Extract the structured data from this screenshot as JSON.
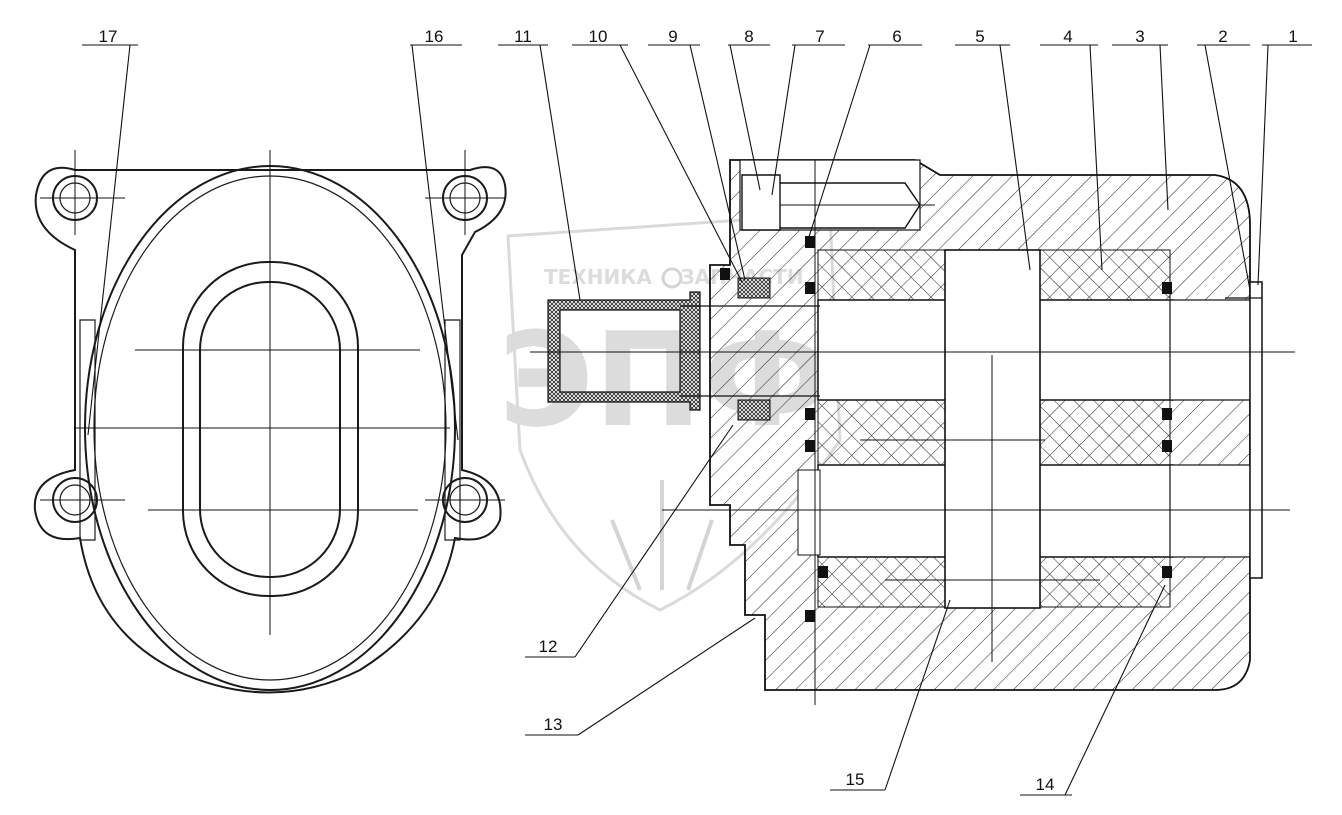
{
  "watermark": {
    "brand": "ЭПФ",
    "tagline_left": "ТЕХНИКА",
    "tagline_right": "ЗАПЧАСТИ"
  },
  "callouts": [
    {
      "label": "17",
      "part": "left-view"
    },
    {
      "label": "16",
      "part": "left-view"
    },
    {
      "label": "11",
      "part": "section"
    },
    {
      "label": "10",
      "part": "section"
    },
    {
      "label": "9",
      "part": "section"
    },
    {
      "label": "8",
      "part": "section"
    },
    {
      "label": "7",
      "part": "section"
    },
    {
      "label": "6",
      "part": "section"
    },
    {
      "label": "5",
      "part": "section"
    },
    {
      "label": "4",
      "part": "section"
    },
    {
      "label": "3",
      "part": "section"
    },
    {
      "label": "2",
      "part": "section"
    },
    {
      "label": "1",
      "part": "section"
    },
    {
      "label": "12",
      "part": "section"
    },
    {
      "label": "13",
      "part": "section"
    },
    {
      "label": "15",
      "part": "section"
    },
    {
      "label": "14",
      "part": "section"
    }
  ]
}
